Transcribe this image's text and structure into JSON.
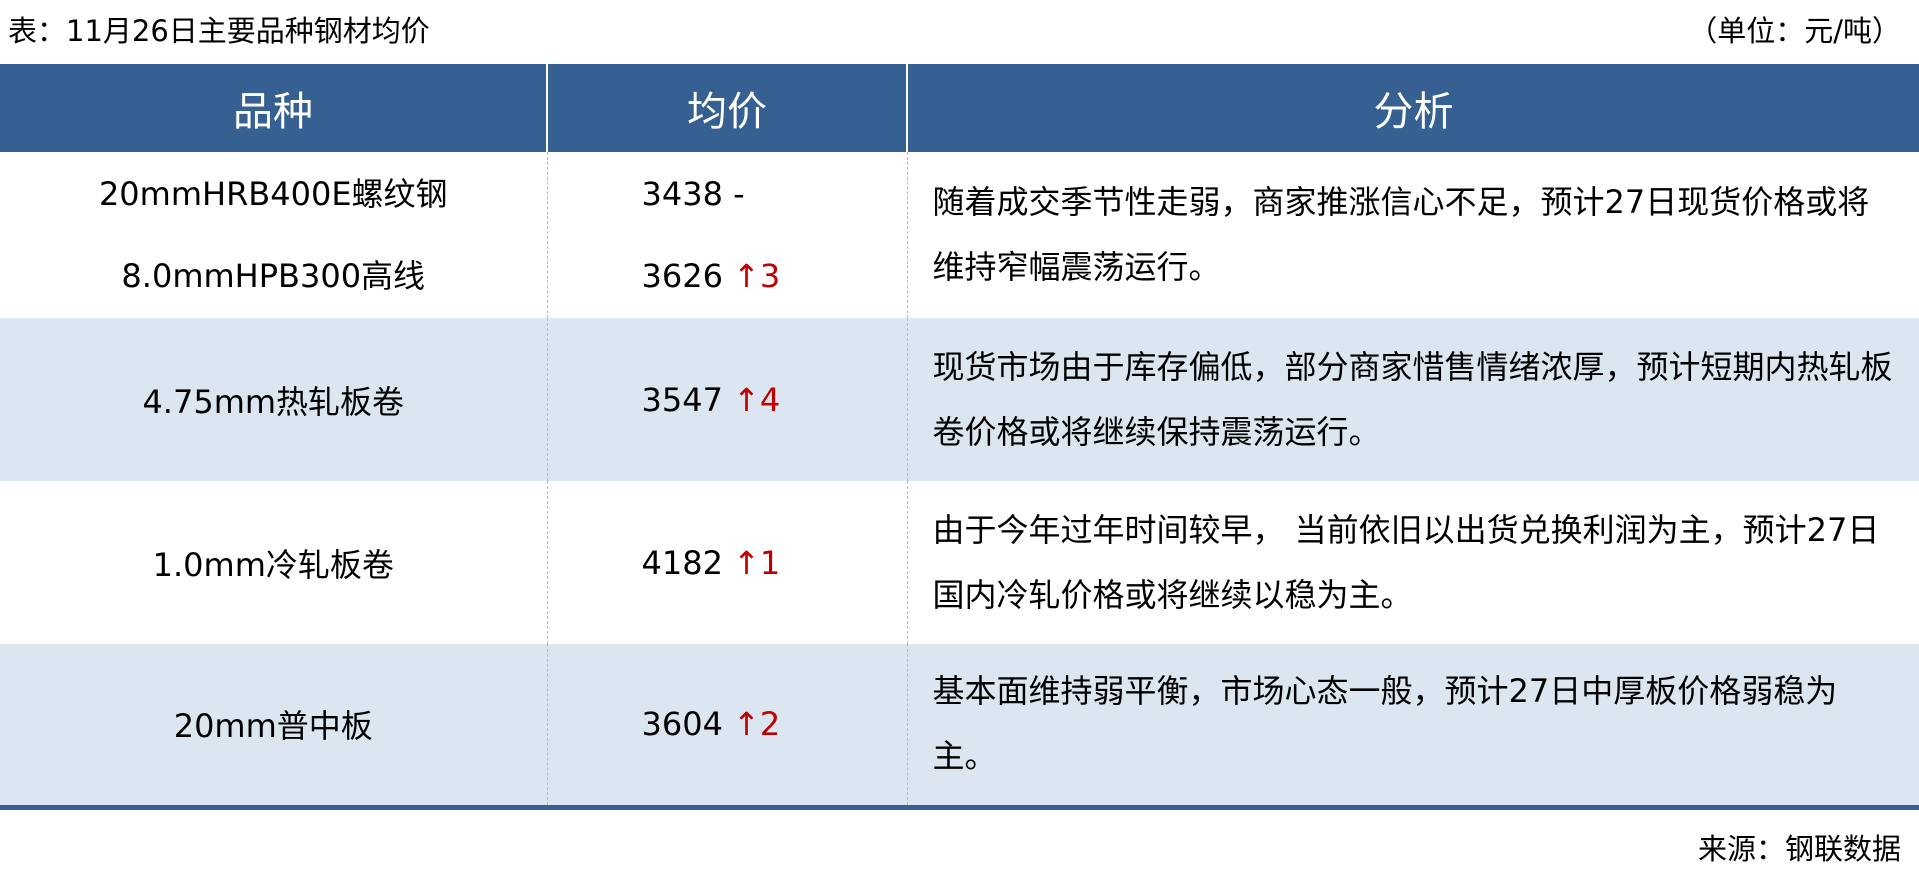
{
  "title": "表：11月26日主要品种钢材均价",
  "unit": "（单位：元/吨）",
  "headers": [
    "品种",
    "均价",
    "分析"
  ],
  "rows": [
    {
      "items": [
        {
          "name": "20mmHRB400E螺纹钢",
          "price": "3438",
          "change": "-",
          "dir": "flat"
        },
        {
          "name": "8.0mmHPB300高线",
          "price": "3626",
          "change": "↑3",
          "dir": "up"
        }
      ],
      "analysis": "随着成交季节性走弱，商家推涨信心不足，预计27日现货价格或将维持窄幅震荡运行。"
    },
    {
      "items": [
        {
          "name": "4.75mm热轧板卷",
          "price": "3547",
          "change": "↑4",
          "dir": "up"
        }
      ],
      "analysis": "现货市场由于库存偏低，部分商家惜售情绪浓厚，预计短期内热轧板卷价格或将继续保持震荡运行。"
    },
    {
      "items": [
        {
          "name": "1.0mm冷轧板卷",
          "price": "4182",
          "change": "↑1",
          "dir": "up"
        }
      ],
      "analysis": "由于今年过年时间较早， 当前依旧以出货兑换利润为主，预计27日国内冷轧价格或将继续以稳为主。"
    },
    {
      "items": [
        {
          "name": "20mm普中板",
          "price": "3604",
          "change": "↑2",
          "dir": "up"
        }
      ],
      "analysis": "基本面维持弱平衡，市场心态一般，预计27日中厚板价格弱稳为主。"
    }
  ],
  "source": "来源：钢联数据",
  "colors": {
    "header": "#376092",
    "alt_row": "#dce6f1",
    "up": "#c00000"
  }
}
